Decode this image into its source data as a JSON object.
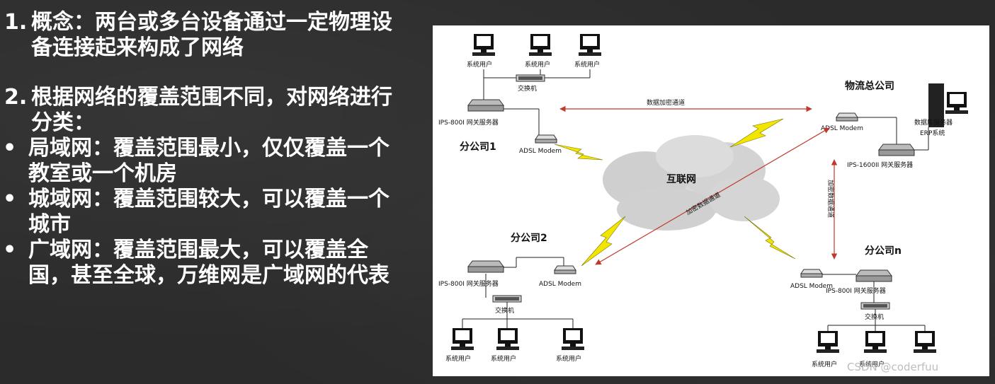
{
  "text_panel": {
    "item1_num": "1.",
    "item1_text": "概念：两台或多台设备通过一定物理设备连接起来构成了网络",
    "item2_num": "2.",
    "item2_text": "根据网络的覆盖范围不同，对网络进行分类：",
    "bullet_char": "•",
    "bullets": [
      "局域网：覆盖范围最小，仅仅覆盖一个教室或一个机房",
      "城域网：覆盖范围较大，可以覆盖一个城市",
      "广域网：覆盖范围最大，可以覆盖全国，甚至全球，万维网是广域网的代表"
    ]
  },
  "diagram": {
    "internet": "互联网",
    "hq": "物流总公司",
    "branch1": "分公司1",
    "branch2": "分公司2",
    "branchn": "分公司n",
    "user": "系统用户",
    "switch": "交换机",
    "gateway_800": "IPS-800I 网关服务器",
    "gateway_1600": "IPS-1600II 网关服务器",
    "modem": "ADSL Modem",
    "db_server": "数据库服务器",
    "erp": "ERP系统",
    "tunnel_top": "数据加密通道",
    "tunnel_diag": "加密数据通道",
    "tunnel_right": "加密数据通道"
  },
  "watermark": "CSDN @coderfuu",
  "colors": {
    "arrow": "#c0392b",
    "lightning": "#f2e600",
    "cloud": "#d6d6d6"
  }
}
